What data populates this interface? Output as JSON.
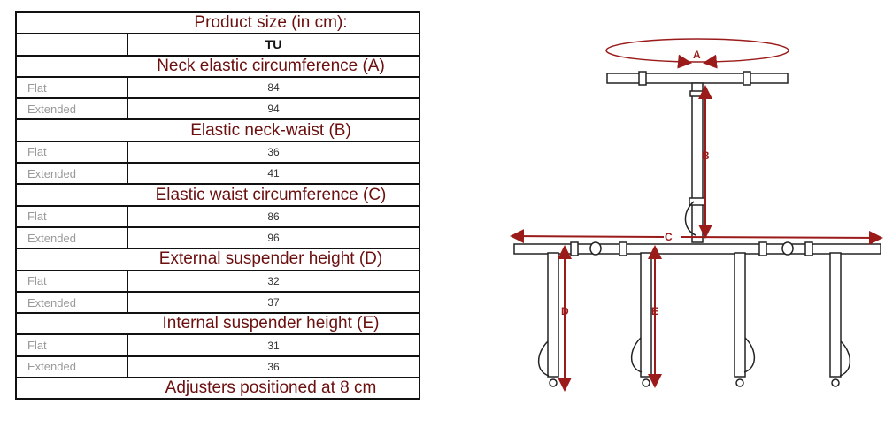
{
  "title": "Product size (in cm):",
  "size": "TU",
  "sections": [
    {
      "heading": "Neck elastic circumference (A)",
      "flat_label": "Flat",
      "flat": "84",
      "ext_label": "Extended",
      "ext": "94"
    },
    {
      "heading": "Elastic neck-waist (B)",
      "flat_label": "Flat",
      "flat": "36",
      "ext_label": "Extended",
      "ext": "41"
    },
    {
      "heading": "Elastic waist circumference (C)",
      "flat_label": "Flat",
      "flat": "86",
      "ext_label": "Extended",
      "ext": "96"
    },
    {
      "heading": "External suspender height (D)",
      "flat_label": "Flat",
      "flat": "32",
      "ext_label": "Extended",
      "ext": "37"
    },
    {
      "heading": "Internal suspender height (E)",
      "flat_label": "Flat",
      "flat": "31",
      "ext_label": "Extended",
      "ext": "36"
    }
  ],
  "footer": "Adjusters positioned at 8 cm",
  "diagram": {
    "labels": [
      "A",
      "B",
      "C",
      "D",
      "E"
    ]
  },
  "colors": {
    "heading": "#6b0f0f",
    "arrow": "#9b1b1b"
  }
}
